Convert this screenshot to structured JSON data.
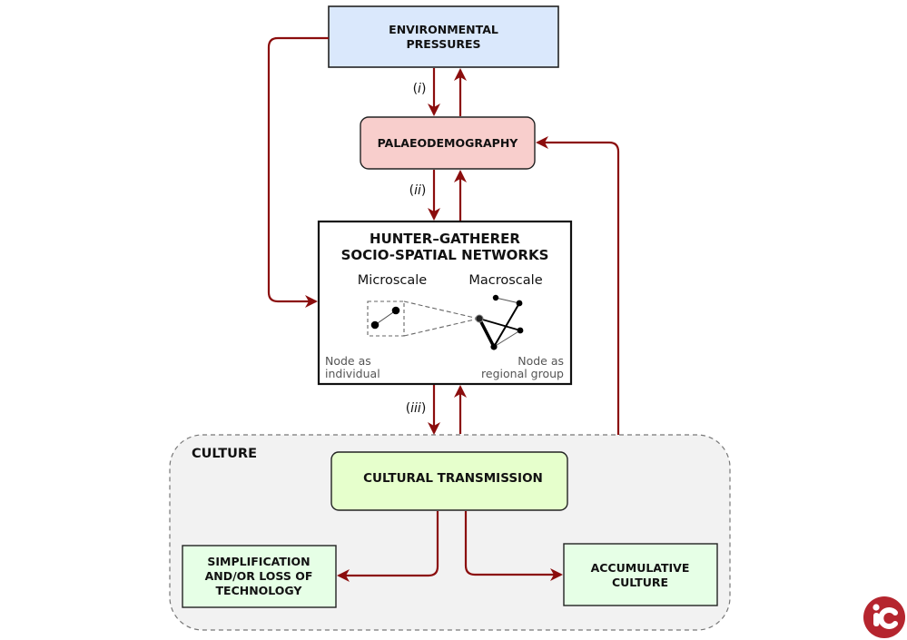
{
  "colors": {
    "arrow": "#8b0d0d",
    "environmental_fill": "#dae8fc",
    "palaeodemography_fill": "#f8cecc",
    "culture_group_fill": "#f2f2f2",
    "cultural_transmission_fill": "#e6ffcc",
    "outcome_fill": "#e6ffe6",
    "logo": "#b5252e"
  },
  "nodes": {
    "environmental": {
      "line1": "ENVIRONMENTAL",
      "line2": "PRESSURES"
    },
    "palaeodemography": {
      "label": "PALAEODEMOGRAPHY"
    },
    "networks": {
      "line1": "HUNTER–GATHERER",
      "line2": "SOCIO-SPATIAL NETWORKS",
      "microscale": "Microscale",
      "macroscale": "Macroscale",
      "micro_note_line1": "Node as",
      "micro_note_line2": "individual",
      "macro_note_line1": "Node as",
      "macro_note_line2": "regional group"
    },
    "culture_group": {
      "label": "CULTURE"
    },
    "cultural_transmission": {
      "label": "CULTURAL TRANSMISSION"
    },
    "simplification": {
      "line1": "SIMPLIFICATION",
      "line2": "AND/OR LOSS OF",
      "line3": "TECHNOLOGY"
    },
    "accumulative": {
      "line1": "ACCUMULATIVE",
      "line2": "CULTURE"
    }
  },
  "edge_labels": {
    "i": {
      "open": "(",
      "roman": "i",
      "close": ")"
    },
    "ii": {
      "open": "(",
      "roman": "ii",
      "close": ")"
    },
    "iii": {
      "open": "(",
      "roman": "iii",
      "close": ")"
    }
  },
  "logo": {
    "text": "iC",
    "icon": "brand-logo-icon"
  }
}
